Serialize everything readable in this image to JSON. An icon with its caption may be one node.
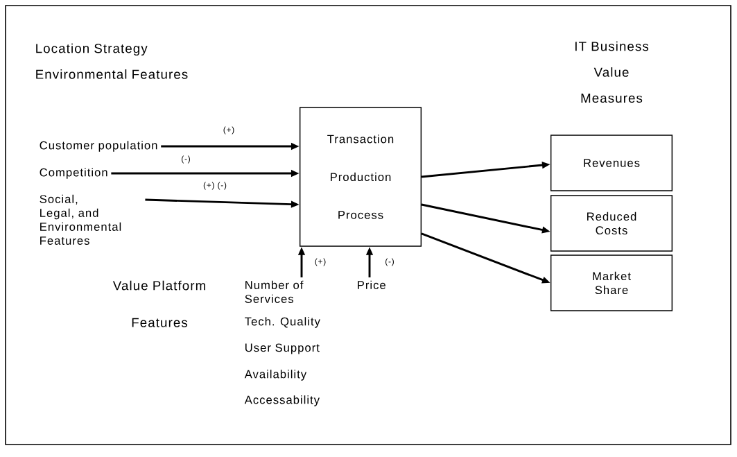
{
  "diagram": {
    "nodes": [
      {
        "text": [
          "Customer population"
        ]
      },
      {
        "text": [
          "Competition"
        ]
      },
      {
        "text": [
          "Social, Legal, and Environmental Features"
        ]
      },
      {
        "text": [
          "Transaction",
          "Production",
          "Process"
        ]
      },
      {
        "text": [
          "Revenues"
        ]
      },
      {
        "text": [
          "Reduced Costs"
        ]
      },
      {
        "text": [
          "Market Share"
        ]
      },
      {
        "text": [
          "Number of Services"
        ]
      },
      {
        "text": [
          "Price"
        ]
      }
    ],
    "edges": [
      {
        "from": 0,
        "to": 3,
        "arrow": "to",
        "label": "(+)"
      },
      {
        "from": 1,
        "to": 3,
        "arrow": "to",
        "label": "(-)"
      },
      {
        "from": 2,
        "to": 3,
        "arrow": "to",
        "label": "(+) (-)"
      },
      {
        "from": 3,
        "to": 4,
        "arrow": "to"
      },
      {
        "from": 3,
        "to": 5,
        "arrow": "to"
      },
      {
        "from": 3,
        "to": 6,
        "arrow": "to"
      },
      {
        "from": 7,
        "to": 3,
        "arrow": "to",
        "label": "(+)"
      },
      {
        "from": 8,
        "to": 3,
        "arrow": "to",
        "label": "(-)"
      }
    ],
    "labels": [
      "Location Strategy Environmental Features",
      "IT Business Value Measures",
      "Value Platform Features",
      "Tech. Quality",
      "User Support",
      "Availability",
      "Accessability"
    ]
  }
}
